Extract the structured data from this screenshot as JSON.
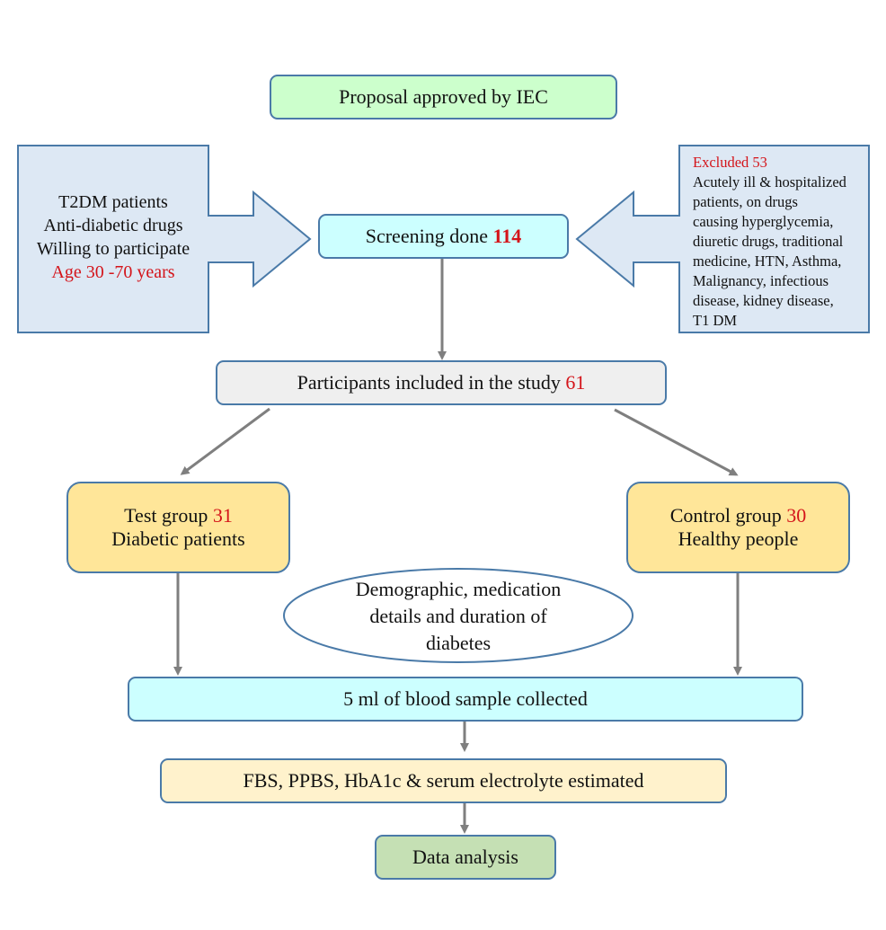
{
  "nodes": {
    "proposal": {
      "text": "Proposal approved by IEC"
    },
    "inclusion": {
      "lines": [
        "T2DM patients",
        "Anti-diabetic drugs",
        "Willing to participate"
      ],
      "highlight": "Age 30 -70 years"
    },
    "screening": {
      "text": "Screening done ",
      "count": "114"
    },
    "exclusion": {
      "title": "Excluded 53",
      "lines": [
        "Acutely ill & hospitalized",
        "patients, on drugs",
        "causing hyperglycemia,",
        "diuretic drugs, traditional",
        "medicine, HTN, Asthma,",
        "Malignancy, infectious",
        "disease, kidney disease,",
        "T1 DM"
      ]
    },
    "participants": {
      "text": "Participants included in the study ",
      "count": "61"
    },
    "test_group": {
      "label": "Test group ",
      "count": "31",
      "desc": "Diabetic patients"
    },
    "control_group": {
      "label": "Control group ",
      "count": "30",
      "desc": "Healthy people"
    },
    "demographic": {
      "lines": [
        "Demographic, medication",
        "details and duration of",
        "diabetes"
      ]
    },
    "blood_sample": {
      "text": "5 ml of blood sample collected"
    },
    "estimation": {
      "text": "FBS, PPBS, HbA1c & serum electrolyte estimated"
    },
    "analysis": {
      "text": "Data analysis"
    }
  },
  "colors": {
    "border": "#4a7aa8",
    "highlight_red": "#d4141a",
    "arrow_gray": "#7f7f7f",
    "proposal_fill": "#ccffcc",
    "screening_fill": "#ccffff",
    "side_fill": "#dde8f4",
    "participants_fill": "#efefef",
    "group_fill": "#ffe699",
    "blood_fill": "#ccffff",
    "estimation_fill": "#fff2cc",
    "analysis_fill": "#c5e0b4"
  }
}
